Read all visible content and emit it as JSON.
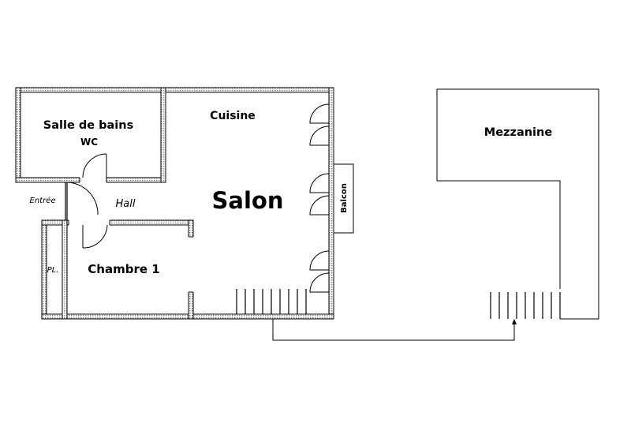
{
  "rooms": {
    "salle_de_bains": "Salle de bains",
    "wc": "WC",
    "cuisine": "Cuisine",
    "salon": "Salon",
    "hall": "Hall",
    "entree": "Entrée",
    "chambre1": "Chambre 1",
    "placard": "PL.",
    "balcon": "Balcon",
    "mezzanine": "Mezzanine"
  }
}
